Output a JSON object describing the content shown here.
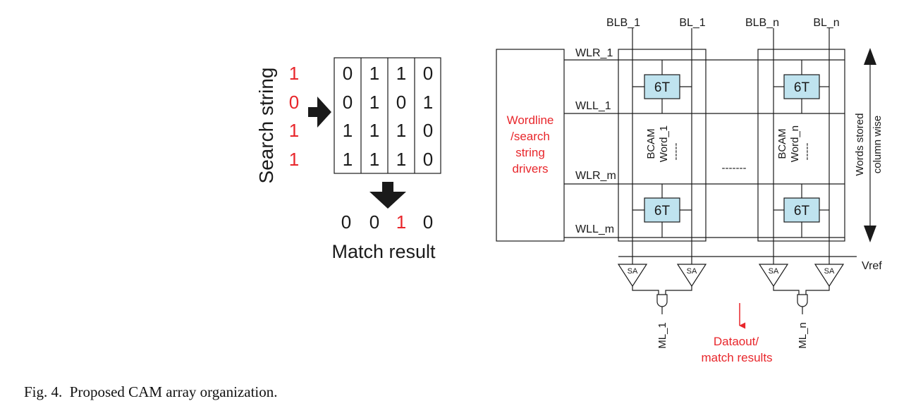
{
  "colors": {
    "accent_red": "#e8262b",
    "cell_fill": "#bfe3ef",
    "ink": "#1a1a1a"
  },
  "left": {
    "search_label": "Search string",
    "search_bits": [
      "1",
      "0",
      "1",
      "1"
    ],
    "matrix": [
      [
        "0",
        "1",
        "1",
        "0"
      ],
      [
        "0",
        "1",
        "0",
        "1"
      ],
      [
        "1",
        "1",
        "1",
        "0"
      ],
      [
        "1",
        "1",
        "1",
        "0"
      ]
    ],
    "match_values": [
      "0",
      "0",
      "1",
      "0"
    ],
    "match_highlight_index": 2,
    "match_label": "Match result",
    "icons": [
      "arrow-right-icon",
      "arrow-down-icon"
    ]
  },
  "right": {
    "bitlines": [
      "BLB_1",
      "BL_1",
      "BLB_n",
      "BL_n"
    ],
    "wordlines": [
      "WLR_1",
      "WLL_1",
      "WLR_m",
      "WLL_m"
    ],
    "driver_label_lines": [
      "Wordline",
      "/search",
      "string",
      "drivers"
    ],
    "cell_label": "6T",
    "bcam_labels": [
      "BCAM",
      "BCAM"
    ],
    "word_labels": [
      "Word_1",
      "Word_n"
    ],
    "dashes": "-----",
    "mid_dashes": "-------",
    "words_stored_lines": [
      "Words stored",
      "column wise"
    ],
    "sa_label": "SA",
    "vref": "Vref",
    "ml_labels": [
      "ML_1",
      "ML_n"
    ],
    "dataout_lines": [
      "Dataout/",
      "match results"
    ]
  },
  "caption": {
    "fig": "Fig. 4.",
    "text": "Proposed CAM array organization."
  }
}
